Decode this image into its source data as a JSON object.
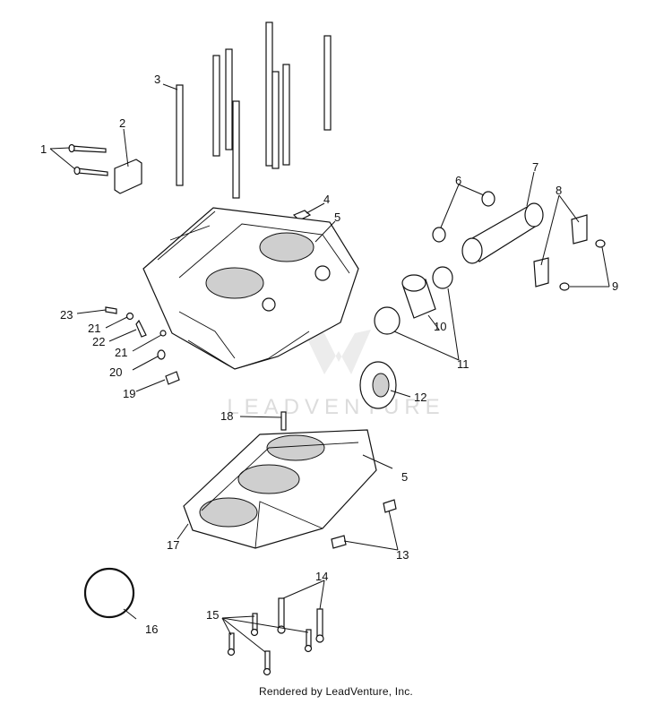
{
  "watermark": "LEADVENTURE",
  "footer": "Rendered by LeadVenture, Inc.",
  "callouts": {
    "c1": "1",
    "c2": "2",
    "c3": "3",
    "c4": "4",
    "c5a": "5",
    "c5b": "5",
    "c6": "6",
    "c7": "7",
    "c8": "8",
    "c9": "9",
    "c10": "10",
    "c11": "11",
    "c12": "12",
    "c13": "13",
    "c14": "14",
    "c15": "15",
    "c16": "16",
    "c17": "17",
    "c18": "18",
    "c19": "19",
    "c20": "20",
    "c21a": "21",
    "c21b": "21",
    "c22": "22",
    "c23": "23"
  },
  "colors": {
    "line": "#111111",
    "watermark": "#d9d9d9",
    "background": "#ffffff"
  }
}
